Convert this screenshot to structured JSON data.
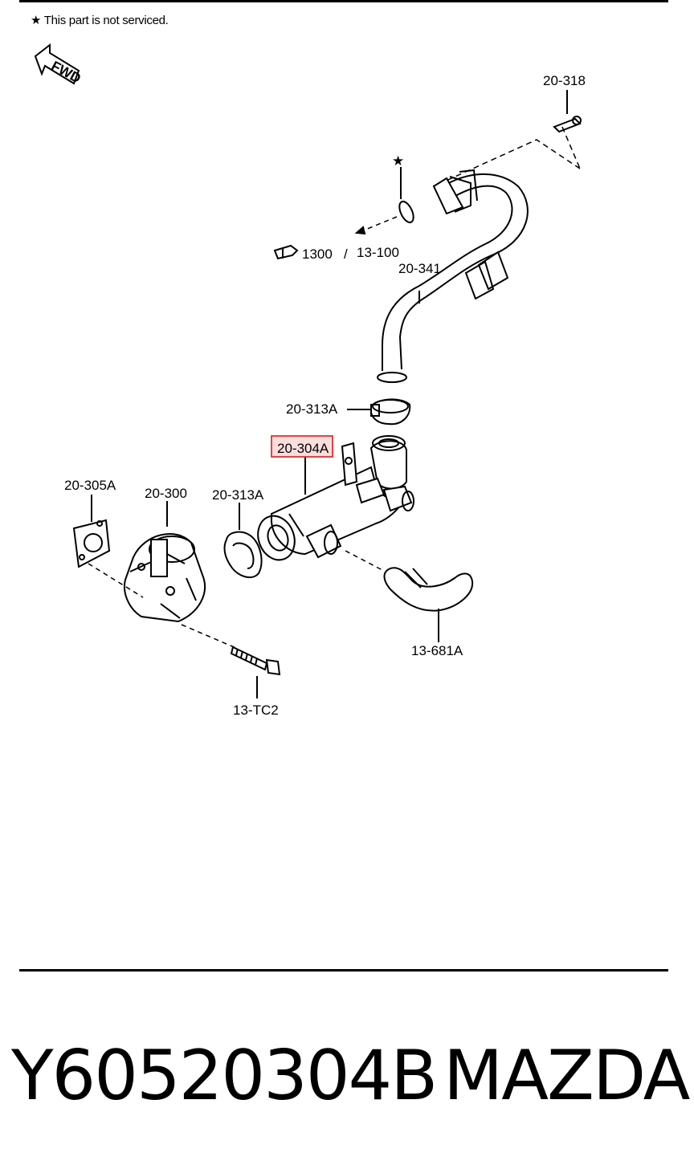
{
  "note": {
    "star": "★",
    "text": "This part is not serviced."
  },
  "fwd_arrow": {
    "label": "FWD"
  },
  "callouts": {
    "c20_318": "20-318",
    "star_marker": "★",
    "ref_main": "1300",
    "ref_sep": "/",
    "ref_sub": "13-100",
    "c20_341": "20-341",
    "c20_313A_top": "20-313A",
    "c20_304A": "20-304A",
    "c20_305A": "20-305A",
    "c20_300": "20-300",
    "c20_313A_left": "20-313A",
    "c13_681A": "13-681A",
    "c13_TC2": "13-TC2"
  },
  "highlight": {
    "color": "#e03030",
    "fill": "#f8d0d0",
    "target": "20-304A"
  },
  "footer": {
    "part_number": "Y60520304B",
    "brand": "MAZDA"
  }
}
